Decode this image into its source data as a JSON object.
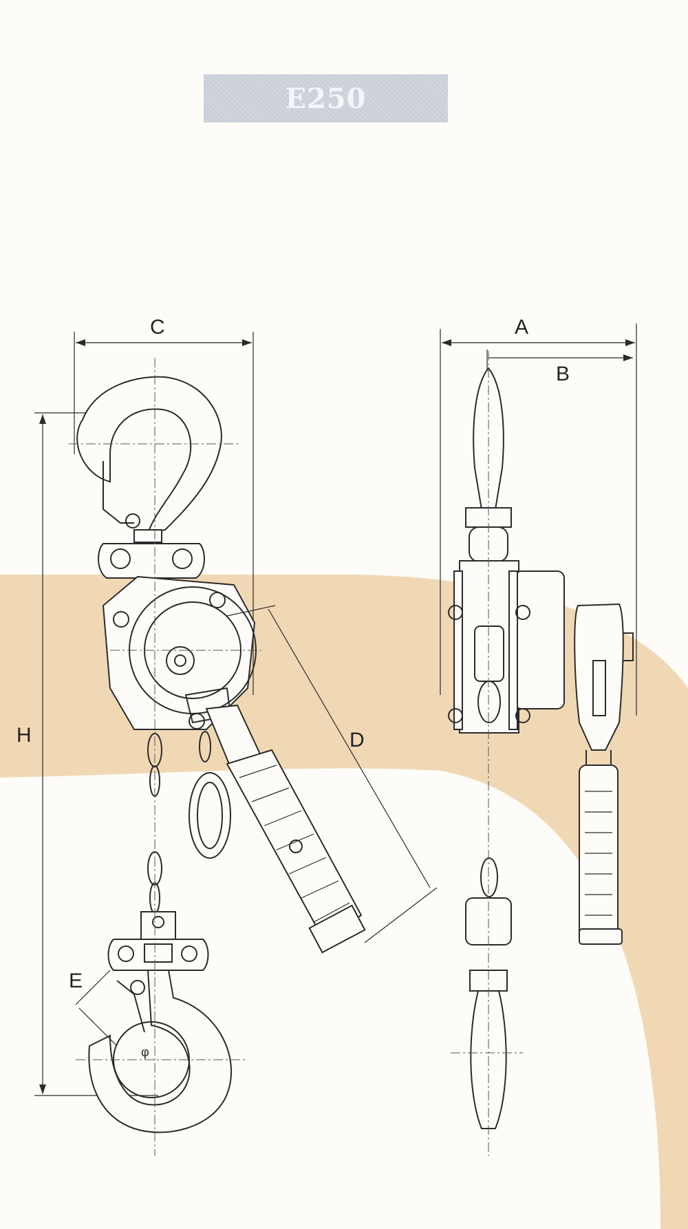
{
  "title": "E250",
  "dimensions": {
    "A": "A",
    "B": "B",
    "C": "C",
    "D": "D",
    "E": "E",
    "H": "H",
    "phi": "φ"
  },
  "colors": {
    "band": "#f1d8b4",
    "banner": "#c9ced8",
    "line": "#2a2a2a"
  }
}
